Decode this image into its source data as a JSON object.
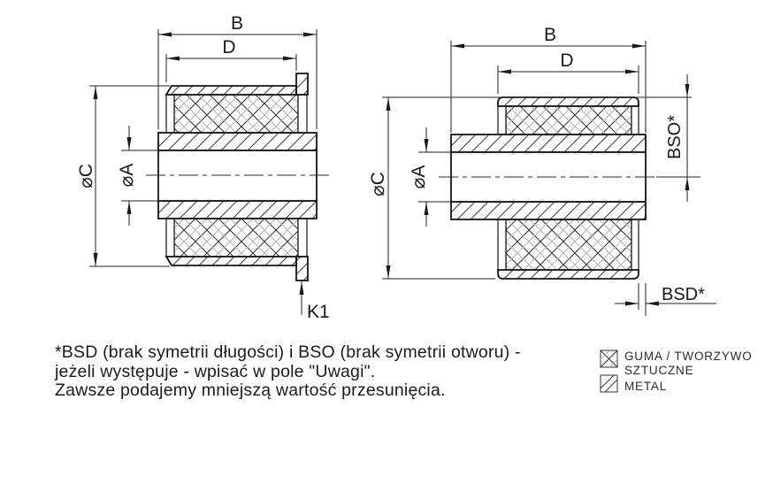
{
  "figures": {
    "left": {
      "labels": {
        "B": "B",
        "D": "D",
        "C": "⌀C",
        "A": "⌀A",
        "K1": "K1"
      }
    },
    "right": {
      "labels": {
        "B": "B",
        "D": "D",
        "C": "⌀C",
        "A": "⌀A",
        "BSO": "BSO*",
        "BSD": "BSD*"
      }
    }
  },
  "legend": {
    "items": [
      {
        "swatch": "crosshatch",
        "lines": [
          "GUMA / TWORZYWO",
          "SZTUCZNE"
        ]
      },
      {
        "swatch": "diagonal",
        "lines": [
          "METAL"
        ]
      }
    ]
  },
  "note": {
    "lines": [
      "*BSD (brak symetrii długości) i BSO (brak symetrii otworu) -",
      "jeżeli występuje - wpisać w pole \"Uwagi\".",
      "Zawsze podajemy mniejszą wartość przesunięcia."
    ]
  },
  "colors": {
    "line": "#151515",
    "dim_line": "#222222",
    "hatch_black": "#2e2e2e",
    "hatch_gray": "#b3b3b3",
    "background": "#ffffff"
  }
}
